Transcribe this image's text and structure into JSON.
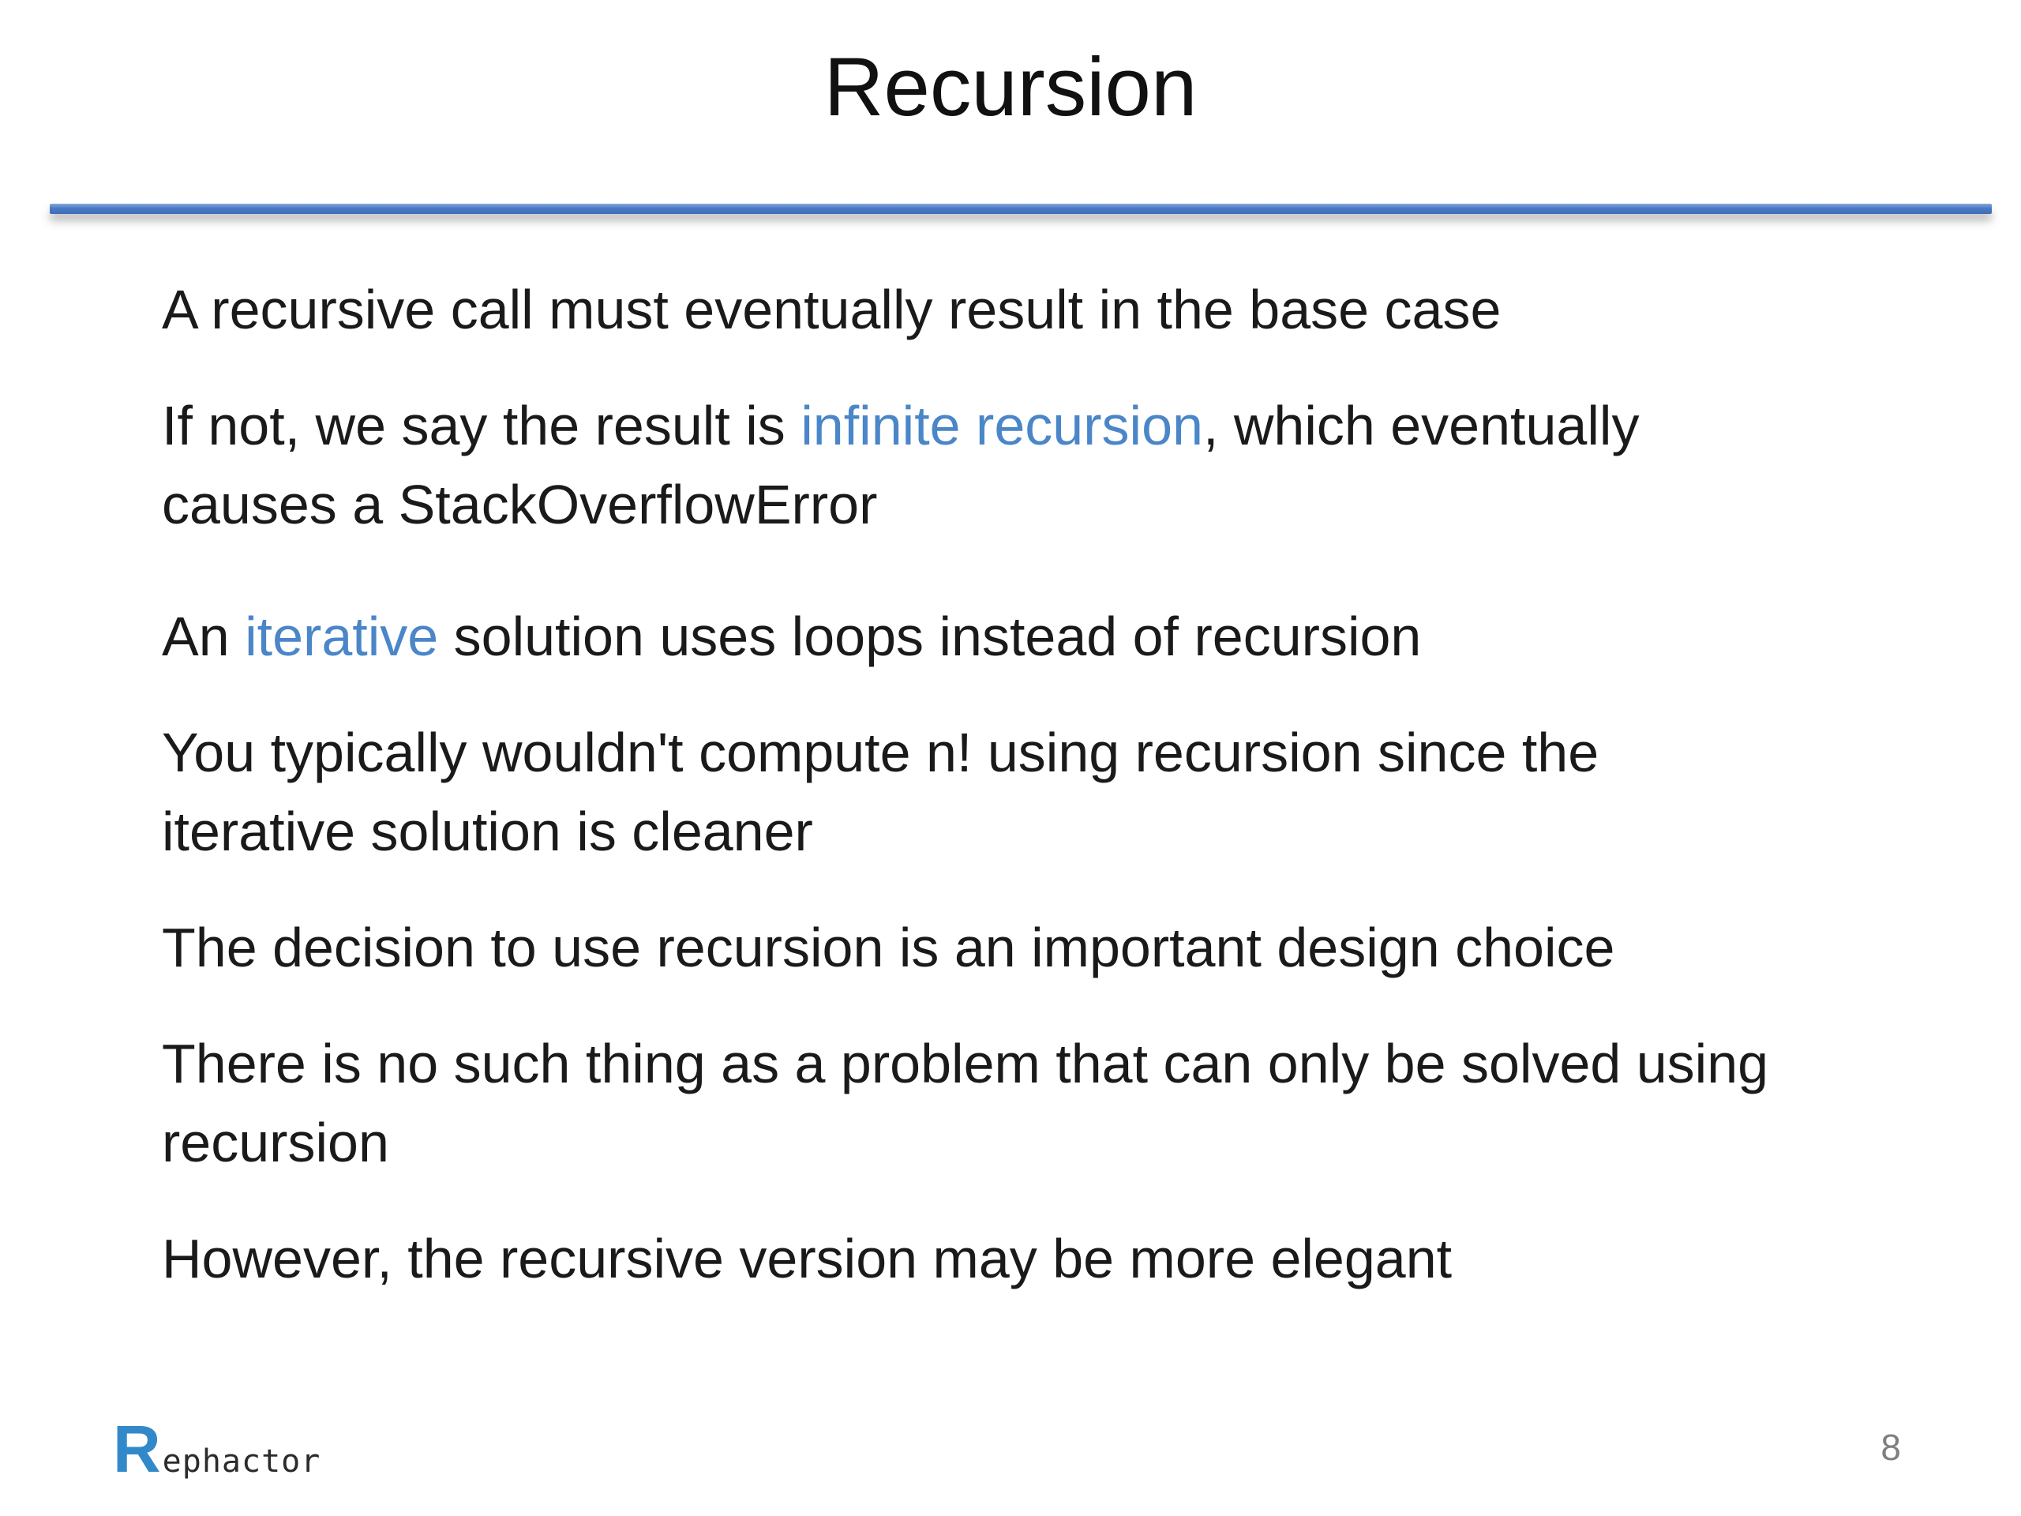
{
  "title": "Recursion",
  "colors": {
    "accent": "#4a86c8",
    "rule_blue": "#4a7ac4",
    "body_text": "#1a1a1a",
    "page_number_gray": "#7f7f7f",
    "logo_r_blue": "#3289c9",
    "logo_text_dark": "#2b2b2b"
  },
  "body": {
    "paragraphs": [
      {
        "extra_gap": false,
        "lines": [
          [
            {
              "t": "A recursive call must eventually result in the base case"
            }
          ]
        ]
      },
      {
        "extra_gap": true,
        "lines": [
          [
            {
              "t": "If not, we say the result is "
            },
            {
              "t": "infinite recursion",
              "hl": true
            },
            {
              "t": ", which eventually"
            }
          ],
          [
            {
              "t": "causes a StackOverflowError"
            }
          ]
        ]
      },
      {
        "extra_gap": false,
        "lines": [
          [
            {
              "t": "An "
            },
            {
              "t": "iterative",
              "hl": true
            },
            {
              "t": " solution uses loops instead of recursion"
            }
          ]
        ]
      },
      {
        "extra_gap": false,
        "lines": [
          [
            {
              "t": "You typically wouldn't compute n! using recursion since the"
            }
          ],
          [
            {
              "t": "iterative solution is cleaner"
            }
          ]
        ]
      },
      {
        "extra_gap": false,
        "lines": [
          [
            {
              "t": "The decision to use recursion is an important design choice"
            }
          ]
        ]
      },
      {
        "extra_gap": false,
        "lines": [
          [
            {
              "t": "There is no such thing as a problem that can only be solved using"
            }
          ],
          [
            {
              "t": "recursion"
            }
          ]
        ]
      },
      {
        "extra_gap": false,
        "lines": [
          [
            {
              "t": "However, the recursive version may be more elegant"
            }
          ]
        ]
      }
    ]
  },
  "logo": {
    "initial": "R",
    "rest": "ephactor"
  },
  "footer": {
    "page_number": "8"
  }
}
